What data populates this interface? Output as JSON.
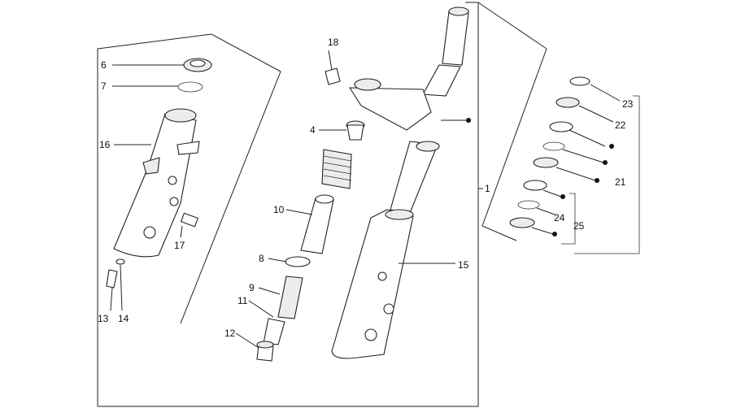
{
  "labels": {
    "l1": "1",
    "l4": "4",
    "l6": "6",
    "l7": "7",
    "l8": "8",
    "l9": "9",
    "l10": "10",
    "l11": "11",
    "l12": "12",
    "l13": "13",
    "l14": "14",
    "l15": "15",
    "l16": "16",
    "l17": "17",
    "l18": "18",
    "l21": "21",
    "l22": "22",
    "l23": "23",
    "l24": "24",
    "l25": "25"
  },
  "colors": {
    "line": "#222222",
    "background": "#ffffff",
    "part_fill": "#ececec"
  }
}
